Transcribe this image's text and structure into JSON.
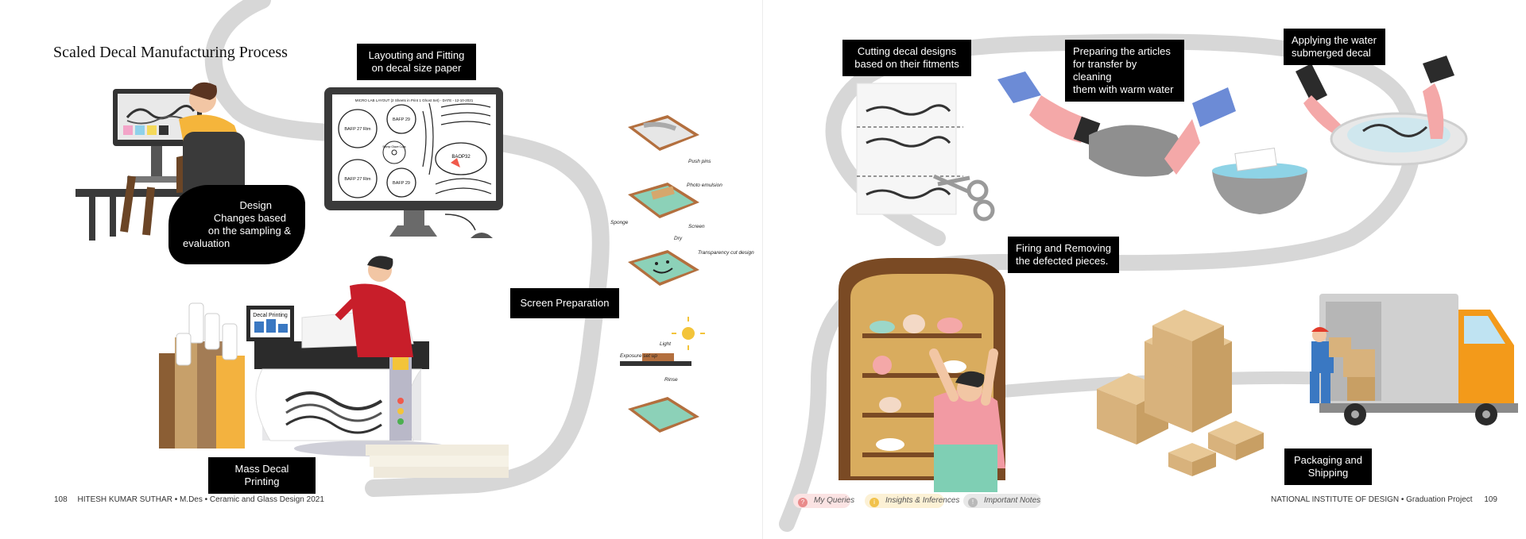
{
  "title": "Scaled Decal Manufacturing Process",
  "labels": {
    "layouting": [
      "Layouting and Fitting",
      "on decal size paper"
    ],
    "design_changes": [
      "Design",
      "Changes based",
      "on the sampling &",
      "evaluation"
    ],
    "screen_preparation": "Screen Preparation",
    "mass_decal_printing": "Mass Decal Printing",
    "cutting": [
      "Cutting decal designs",
      "based on their fitments"
    ],
    "preparing": [
      "Preparing the articles",
      "for transfer by cleaning",
      "them with warm water"
    ],
    "applying": [
      "Applying the water",
      "submerged decal"
    ],
    "firing": [
      "Firing and Removing",
      "the defected pieces."
    ],
    "packaging": [
      "Packaging and",
      "Shipping"
    ]
  },
  "layout_sheet": {
    "header": "MICRO LAB LAYOUT (2 Sheets in Print 1 Ghost Set) - DATE - 12-10-2021",
    "circles": [
      "BAFP 27 Rim",
      "BAFP 29",
      "BAFP 27 Rim",
      "BAFP 29"
    ],
    "oval": "BAOP32",
    "center_note": "Stamp Glaze Cups"
  },
  "printer_label": "Decal Printing",
  "sketch_notes": [
    "Push pins",
    "Photo emulsion",
    "Sponge",
    "Screen",
    "Dry",
    "Transparency cut design",
    "Light",
    "Exposure set up",
    "Rinse"
  ],
  "footer": {
    "left_page_number": "108",
    "left_text": "HITESH KUMAR SUTHAR • M.Des • Ceramic and Glass Design 2021",
    "right_text": "NATIONAL INSTITUTE OF DESIGN • Graduation Project",
    "right_page_number": "109"
  },
  "pills": [
    {
      "icon": "?",
      "label": "My Queries"
    },
    {
      "icon": "i",
      "label": "Insights & Inferences"
    },
    {
      "icon": "!",
      "label": "Important Notes"
    }
  ],
  "colors": {
    "path": "#d7d7d7",
    "label_bg": "#000000",
    "shirt_yellow": "#f5b53b",
    "shirt_red": "#c81e2a",
    "box_tan": "#d8b27c",
    "truck_orange": "#f39a1a",
    "screen_green": "#8cd1b8",
    "frame_brown": "#b36f3e"
  }
}
